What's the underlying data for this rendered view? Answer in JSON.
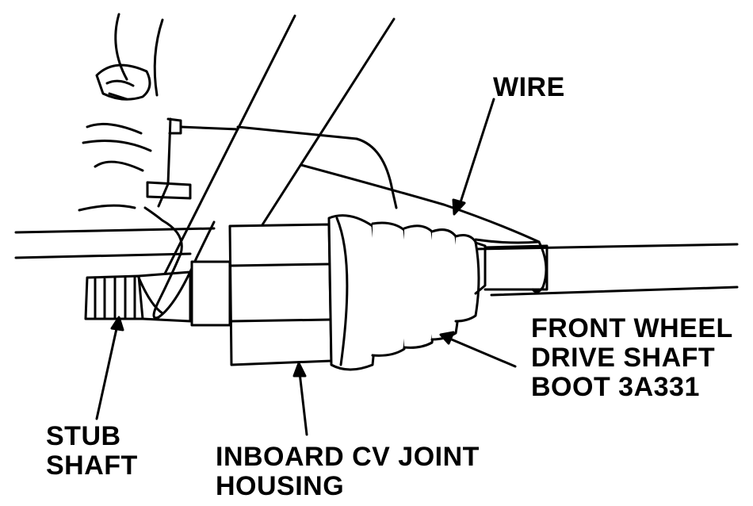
{
  "labels": {
    "wire": [
      "WIRE"
    ],
    "boot": [
      "FRONT WHEEL",
      "DRIVE SHAFT",
      "BOOT 3A331"
    ],
    "stub_shaft": [
      "STUB",
      "SHAFT"
    ],
    "housing": [
      "INBOARD CV JOINT",
      "HOUSING"
    ]
  },
  "colors": {
    "ink": "#000000",
    "paper": "#ffffff"
  }
}
